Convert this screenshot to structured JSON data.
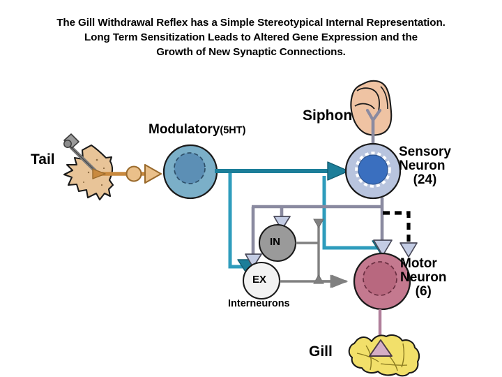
{
  "title": {
    "lines": [
      "The Gill Withdrawal Reflex has a Simple Stereotypical Internal Representation.",
      "Long Term Sensitization Leads to Altered Gene Expression and the",
      "Growth of New Synaptic Connections."
    ]
  },
  "diagram": {
    "type": "neural-circuit-schematic",
    "labels": {
      "tail": "Tail",
      "modulatory": "Modulatory",
      "modulatory_transmitter": "(5HT)",
      "siphon": "Siphon",
      "sensory_neuron": "Sensory",
      "sensory_neuron_line2": "Neuron",
      "sensory_neuron_count": "(24)",
      "motor_neuron": "Motor",
      "motor_neuron_line2": "Neuron",
      "motor_neuron_count": "(6)",
      "gill": "Gill",
      "interneurons": "Interneurons",
      "interneuron_inhibitory": "IN",
      "interneuron_excitatory": "EX"
    },
    "colors": {
      "modulatory_cell": "#7BAFC8",
      "modulatory_nucleus": "#5C8FB5",
      "modulatory_axon": "#C98A3F",
      "sensory_cell": "#B8C4DE",
      "sensory_nucleus": "#3A6FBF",
      "sensory_axon": "#2E8CA8",
      "motor_cell": "#C4798F",
      "motor_nucleus": "#B8687F",
      "motor_axon": "#B07F9B",
      "interneuron_in": "#9A9A9A",
      "interneuron_ex": "#F2F2F2",
      "interneuron_wire": "#8A8AA0",
      "gray_wire": "#808080",
      "tail_tissue": "#E8C498",
      "siphon_tissue": "#EFC3A3",
      "gill_tissue": "#F2E06A",
      "probe": "#7A7A7A",
      "new_synapse": "#000000",
      "synapse_terminal": "#C3CCE4",
      "outline": "#1A1A1A"
    },
    "nodes": [
      {
        "id": "tail",
        "kind": "tissue",
        "label": "Tail"
      },
      {
        "id": "modulatory",
        "kind": "neuron",
        "label": "Modulatory (5HT)"
      },
      {
        "id": "siphon",
        "kind": "tissue",
        "label": "Siphon"
      },
      {
        "id": "sensory",
        "kind": "neuron",
        "label": "Sensory Neuron (24)"
      },
      {
        "id": "in",
        "kind": "interneuron",
        "label": "IN"
      },
      {
        "id": "ex",
        "kind": "interneuron",
        "label": "EX"
      },
      {
        "id": "motor",
        "kind": "neuron",
        "label": "Motor Neuron (6)"
      },
      {
        "id": "gill",
        "kind": "tissue",
        "label": "Gill"
      }
    ],
    "connections": [
      {
        "from": "tail",
        "to": "modulatory",
        "style": "solid",
        "color": "#C98A3F"
      },
      {
        "from": "modulatory",
        "to": "sensory",
        "style": "solid",
        "color": "#2E8CA8"
      },
      {
        "from": "modulatory",
        "to": "ex",
        "style": "solid",
        "color": "#2E8CA8"
      },
      {
        "from": "siphon",
        "to": "sensory",
        "style": "solid",
        "color": "#8A8AA0"
      },
      {
        "from": "sensory",
        "to": "in",
        "style": "solid",
        "color": "#8A8AA0"
      },
      {
        "from": "sensory",
        "to": "ex",
        "style": "solid",
        "color": "#8A8AA0"
      },
      {
        "from": "sensory",
        "to": "motor",
        "style": "solid",
        "color": "#8A8AA0"
      },
      {
        "from": "sensory",
        "to": "motor",
        "style": "dashed",
        "color": "#000000",
        "note": "new synaptic connection"
      },
      {
        "from": "in",
        "to": "motor",
        "style": "solid",
        "color": "#808080",
        "terminal": "inhibitory-bar"
      },
      {
        "from": "ex",
        "to": "motor",
        "style": "solid",
        "color": "#808080",
        "terminal": "arrow"
      },
      {
        "from": "motor",
        "to": "gill",
        "style": "solid",
        "color": "#B07F9B"
      }
    ]
  }
}
